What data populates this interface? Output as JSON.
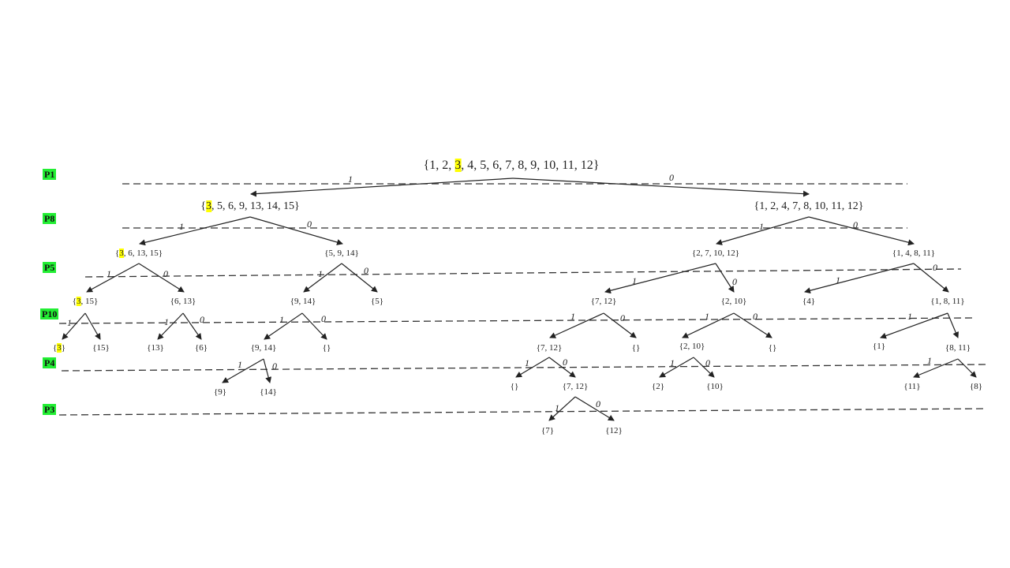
{
  "levels": [
    "P1",
    "P8",
    "P5",
    "P10",
    "P4",
    "P3"
  ],
  "edge_labels": {
    "left": "1",
    "right": "0"
  },
  "nodes": [
    {
      "id": "root",
      "parts": [
        "{1, 2, ",
        "3",
        ", 4, 5, 6, 7, 8, 9, 10, 11, 12}"
      ]
    },
    {
      "id": "n1",
      "parts": [
        "{",
        "3",
        ", 5, 6, 9, 13, 14, 15}"
      ]
    },
    {
      "id": "n2",
      "parts": [
        "{1, 2, 4, 7, 8, 10, 11, 12}"
      ]
    },
    {
      "id": "n3",
      "parts": [
        "{",
        "3",
        ", 6, 13, 15}"
      ]
    },
    {
      "id": "n4",
      "parts": [
        "{5, 9, 14}"
      ]
    },
    {
      "id": "n5",
      "parts": [
        "{2, 7, 10, 12}"
      ]
    },
    {
      "id": "n6",
      "parts": [
        "{1, 4, 8, 11}"
      ]
    },
    {
      "id": "n7",
      "parts": [
        "{",
        "3",
        ", 15}"
      ]
    },
    {
      "id": "n8",
      "parts": [
        "{6, 13}"
      ]
    },
    {
      "id": "n9",
      "parts": [
        "{9, 14}"
      ]
    },
    {
      "id": "n10",
      "parts": [
        "{5}"
      ]
    },
    {
      "id": "n11",
      "parts": [
        "{7, 12}"
      ]
    },
    {
      "id": "n12",
      "parts": [
        "{2, 10}"
      ]
    },
    {
      "id": "n13",
      "parts": [
        "{4}"
      ]
    },
    {
      "id": "n14",
      "parts": [
        "{1, 8, 11}"
      ]
    },
    {
      "id": "n15",
      "parts": [
        "{",
        "3",
        "}"
      ]
    },
    {
      "id": "n16",
      "parts": [
        "{15}"
      ]
    },
    {
      "id": "n17",
      "parts": [
        "{13}"
      ]
    },
    {
      "id": "n18",
      "parts": [
        "{6}"
      ]
    },
    {
      "id": "n19",
      "parts": [
        "{9, 14}"
      ]
    },
    {
      "id": "n20",
      "parts": [
        "{}"
      ]
    },
    {
      "id": "n21",
      "parts": [
        "{7, 12}"
      ]
    },
    {
      "id": "n22",
      "parts": [
        "{}"
      ]
    },
    {
      "id": "n23",
      "parts": [
        "{2, 10}"
      ]
    },
    {
      "id": "n24",
      "parts": [
        "{}"
      ]
    },
    {
      "id": "n25",
      "parts": [
        "{1}"
      ]
    },
    {
      "id": "n26",
      "parts": [
        "{8, 11}"
      ]
    },
    {
      "id": "n27",
      "parts": [
        "{9}"
      ]
    },
    {
      "id": "n28",
      "parts": [
        "{14}"
      ]
    },
    {
      "id": "n29",
      "parts": [
        "{}"
      ]
    },
    {
      "id": "n30",
      "parts": [
        "{7, 12}"
      ]
    },
    {
      "id": "n31",
      "parts": [
        "{2}"
      ]
    },
    {
      "id": "n32",
      "parts": [
        "{10}"
      ]
    },
    {
      "id": "n33",
      "parts": [
        "{11}"
      ]
    },
    {
      "id": "n34",
      "parts": [
        "{8}"
      ]
    },
    {
      "id": "n35",
      "parts": [
        "{7}"
      ]
    },
    {
      "id": "n36",
      "parts": [
        "{12}"
      ]
    }
  ],
  "colors": {
    "highlight": "#ffff00",
    "level_label": "#22ee33",
    "line": "#222222"
  }
}
